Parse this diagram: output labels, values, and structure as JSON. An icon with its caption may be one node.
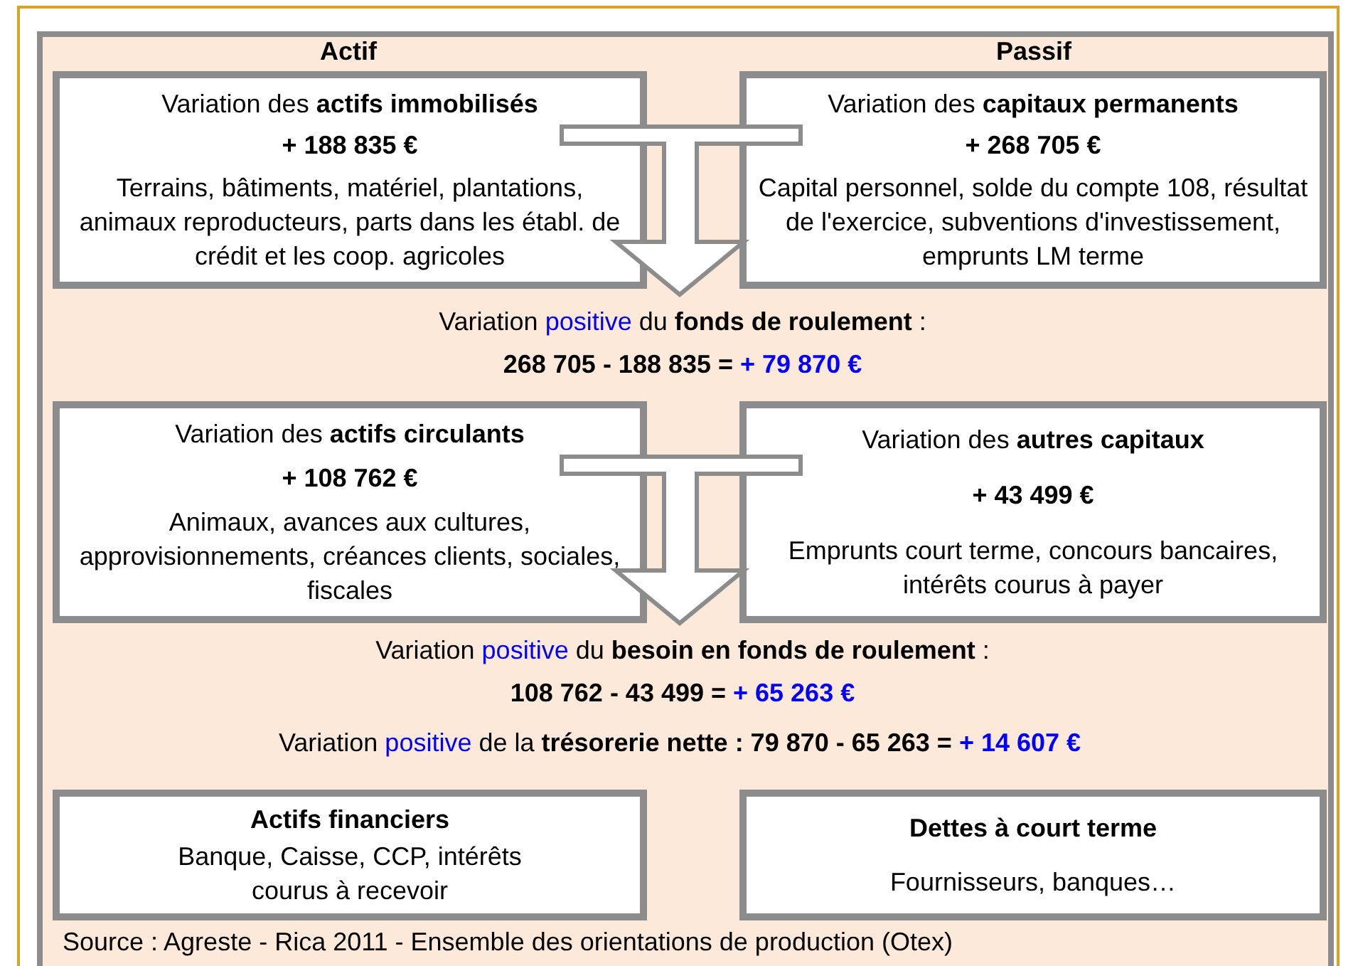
{
  "diagram": {
    "nodes": [
      {
        "text": [
          "Variation des **actifs immobilisés**",
          "+ 188 835 €",
          "Terrains, bâtiments, matériel, plantations, animaux reproducteurs, parts dans les établ. de crédit et les coop. agricoles"
        ]
      },
      {
        "text": [
          "Variation des **capitaux permanents**",
          "+ 268 705 €",
          "Capital personnel, solde du compte 108, résultat de l'exercice, subventions d'investissement, emprunts LM terme"
        ]
      },
      {
        "text": [
          "Variation *positive* du **fonds de roulement** :",
          "268 705 - 188 835 = *+ 79 870 €*"
        ]
      },
      {
        "text": [
          "Variation des **actifs circulants**",
          "+ 108 762 €",
          "Animaux, avances aux cultures, approvisionnements, créances clients, sociales, fiscales"
        ]
      },
      {
        "text": [
          "Variation des **autres capitaux**",
          "+ 43 499 €",
          "Emprunts court terme, concours bancaires, intérêts courus à payer"
        ]
      },
      {
        "text": [
          "Variation *positive* du **besoin en fonds de roulement** :",
          "108 762 - 43 499 = *+ 65 263 €*"
        ]
      },
      {
        "text": [
          "Actifs financiers",
          "Banque, Caisse, CCP, intérêts courus à recevoir"
        ]
      },
      {
        "text": [
          "Dettes à court terme",
          "Fournisseurs, banques…"
        ]
      }
    ],
    "edges": [
      {
        "from": 0,
        "to": 2,
        "arrow": "to"
      },
      {
        "from": 1,
        "to": 2,
        "arrow": "to"
      },
      {
        "from": 3,
        "to": 5,
        "arrow": "to"
      },
      {
        "from": 4,
        "to": 5,
        "arrow": "to"
      }
    ],
    "labels": [
      "Actif",
      "Passif",
      "Variation *positive* de la **trésorerie nette : 79 870 - 65 263 =** *+ 14 607 €*",
      "Source : Agreste - Rica 2011 - Ensemble des orientations de production (Otex)"
    ]
  }
}
